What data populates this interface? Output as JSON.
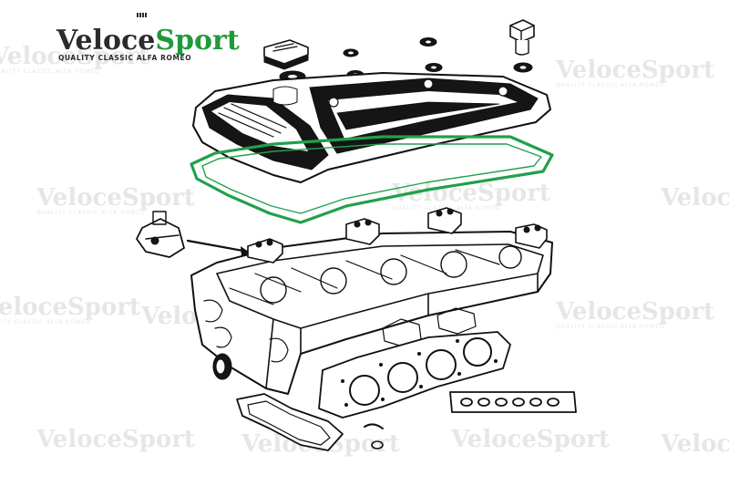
{
  "brand": {
    "name_part1": "Veloce",
    "name_part2": "Sport",
    "tagline": "QUALITY CLASSIC ALFA ROMEO",
    "accent_color": "#1f9a3a",
    "gasket_highlight_color": "#21a04a",
    "logo_icon": "alfa-serpent-icon"
  },
  "watermark": {
    "word_part1": "Veloce",
    "word_part2": "Sport",
    "tagline": "QUALITY CLASSIC ALFA ROMEO"
  }
}
